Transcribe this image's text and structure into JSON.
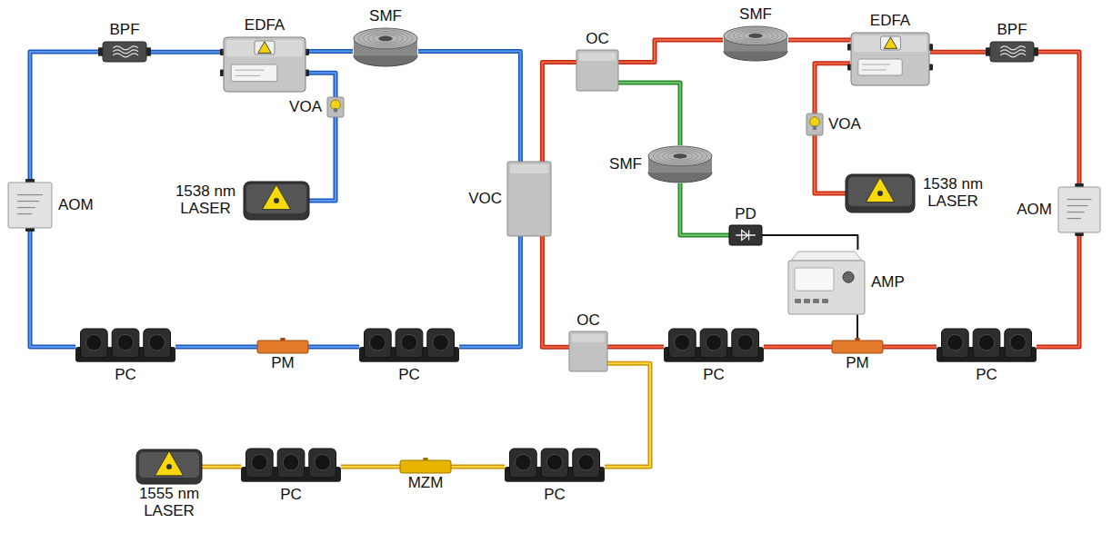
{
  "diagram": {
    "nodes": [
      {
        "text": [
          "BPF"
        ]
      },
      {
        "text": [
          "EDFA"
        ]
      },
      {
        "text": [
          "SMF"
        ]
      },
      {
        "text": [
          "OC"
        ]
      },
      {
        "text": [
          "SMF"
        ]
      },
      {
        "text": [
          "EDFA"
        ]
      },
      {
        "text": [
          "BPF"
        ]
      },
      {
        "text": [
          "VOA"
        ]
      },
      {
        "text": [
          "1538 nm LASER"
        ]
      },
      {
        "text": [
          "AOM"
        ]
      },
      {
        "text": [
          "VOC"
        ]
      },
      {
        "text": [
          "SMF"
        ]
      },
      {
        "text": [
          "VOA"
        ]
      },
      {
        "text": [
          "1538 nm LASER"
        ]
      },
      {
        "text": [
          "AOM"
        ]
      },
      {
        "text": [
          "PD"
        ]
      },
      {
        "text": [
          "AMP"
        ]
      },
      {
        "text": [
          "PC"
        ]
      },
      {
        "text": [
          "PM"
        ]
      },
      {
        "text": [
          "PC"
        ]
      },
      {
        "text": [
          "OC"
        ]
      },
      {
        "text": [
          "PC"
        ]
      },
      {
        "text": [
          "PM"
        ]
      },
      {
        "text": [
          "PC"
        ]
      },
      {
        "text": [
          "1555 nm LASER"
        ]
      },
      {
        "text": [
          "PC"
        ]
      },
      {
        "text": [
          "MZM"
        ]
      },
      {
        "text": [
          "PC"
        ]
      }
    ],
    "edges": [
      {
        "from": 9,
        "to": 0,
        "arrow": "none"
      },
      {
        "from": 0,
        "to": 1,
        "arrow": "none"
      },
      {
        "from": 1,
        "to": 2,
        "arrow": "none"
      },
      {
        "from": 2,
        "to": 10,
        "arrow": "none"
      },
      {
        "from": 3,
        "to": 10,
        "arrow": "none"
      },
      {
        "from": 10,
        "to": 19,
        "arrow": "none"
      },
      {
        "from": 19,
        "to": 18,
        "arrow": "none"
      },
      {
        "from": 18,
        "to": 17,
        "arrow": "none"
      },
      {
        "from": 17,
        "to": 9,
        "arrow": "none"
      },
      {
        "from": 1,
        "to": 7,
        "arrow": "none"
      },
      {
        "from": 7,
        "to": 8,
        "arrow": "none"
      },
      {
        "from": 10,
        "to": 20,
        "arrow": "none"
      },
      {
        "from": 20,
        "to": 21,
        "arrow": "none"
      },
      {
        "from": 21,
        "to": 22,
        "arrow": "none"
      },
      {
        "from": 22,
        "to": 23,
        "arrow": "none"
      },
      {
        "from": 23,
        "to": 14,
        "arrow": "none"
      },
      {
        "from": 14,
        "to": 6,
        "arrow": "none"
      },
      {
        "from": 6,
        "to": 5,
        "arrow": "none"
      },
      {
        "from": 5,
        "to": 4,
        "arrow": "none"
      },
      {
        "from": 4,
        "to": 3,
        "arrow": "none"
      },
      {
        "from": 5,
        "to": 12,
        "arrow": "none"
      },
      {
        "from": 12,
        "to": 13,
        "arrow": "none"
      },
      {
        "from": 3,
        "to": 11,
        "arrow": "none"
      },
      {
        "from": 11,
        "to": 15,
        "arrow": "none"
      },
      {
        "from": 15,
        "to": 16,
        "arrow": "none"
      },
      {
        "from": 16,
        "to": 22,
        "arrow": "none"
      },
      {
        "from": 24,
        "to": 25,
        "arrow": "none"
      },
      {
        "from": 25,
        "to": 26,
        "arrow": "none"
      },
      {
        "from": 26,
        "to": 27,
        "arrow": "none"
      },
      {
        "from": 27,
        "to": 20,
        "arrow": "none"
      }
    ]
  }
}
